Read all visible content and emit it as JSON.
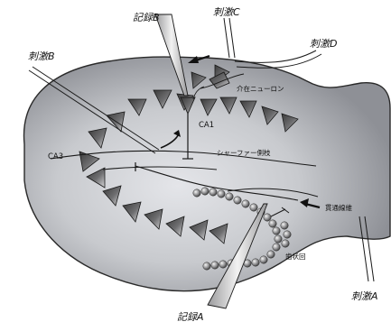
{
  "labels": {
    "record_b": "記録B",
    "stim_c": "刺激C",
    "stim_d": "刺激D",
    "stim_b": "刺激B",
    "interneuron": "介在ニューロン",
    "ca1": "CA1",
    "ca3": "CA3",
    "schaffer": "シャーファー側枝",
    "perforant": "貫通線維",
    "dentate": "歯状回",
    "stim_a": "刺激A",
    "record_a": "記録A"
  },
  "colors": {
    "tissue_fill": "#aeb0b6",
    "tissue_highlight": "#e4e5e9",
    "tissue_edge": "#2a2a2a",
    "outline": "#1a1a1a"
  }
}
